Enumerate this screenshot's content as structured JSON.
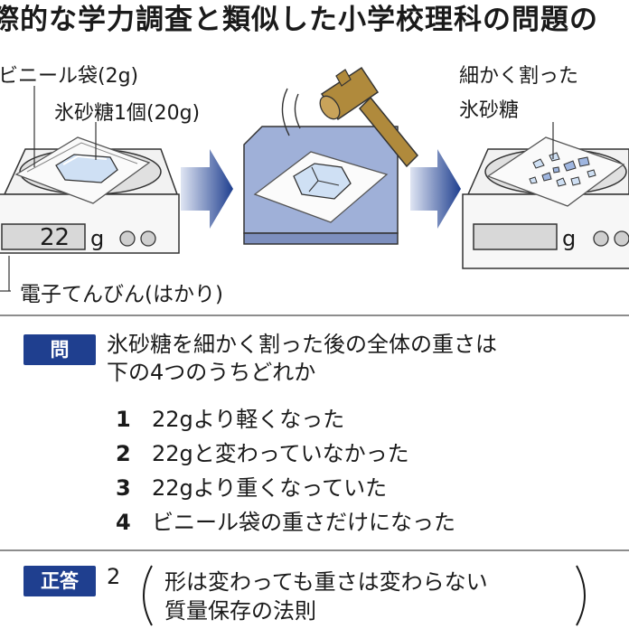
{
  "title": "際的な学力調査と類似した小学校理科の問題の",
  "diagram": {
    "bag_label": "ビニール袋(2g)",
    "sugar_label": "氷砂糖1個(20g)",
    "scale_reading": "22",
    "unit_left": "g",
    "unit_right": "g",
    "crushed_label_line1": "細かく割った",
    "crushed_label_line2": "氷砂糖",
    "scale_label": "電子てんびん(はかり)"
  },
  "question": {
    "badge": "問",
    "line1": "氷砂糖を細かく割った後の全体の重さは",
    "line2": "下の4つのうちどれか",
    "choices": [
      {
        "num": "1",
        "text": "22gより軽くなった"
      },
      {
        "num": "2",
        "text": "22gと変わっていなかった"
      },
      {
        "num": "3",
        "text": "22gより重くなっていた"
      },
      {
        "num": "4",
        "text": "ビニール袋の重さだけになった"
      }
    ]
  },
  "answer": {
    "badge": "正答",
    "number": "2",
    "line1": "形は変わっても重さは変わらない",
    "line2": "質量保存の法則"
  },
  "colors": {
    "accent_blue": "#1f3f8f",
    "hammer": "#b08a3c",
    "board_blue": "#9fb0d8",
    "ice": "#cfe0f4"
  }
}
